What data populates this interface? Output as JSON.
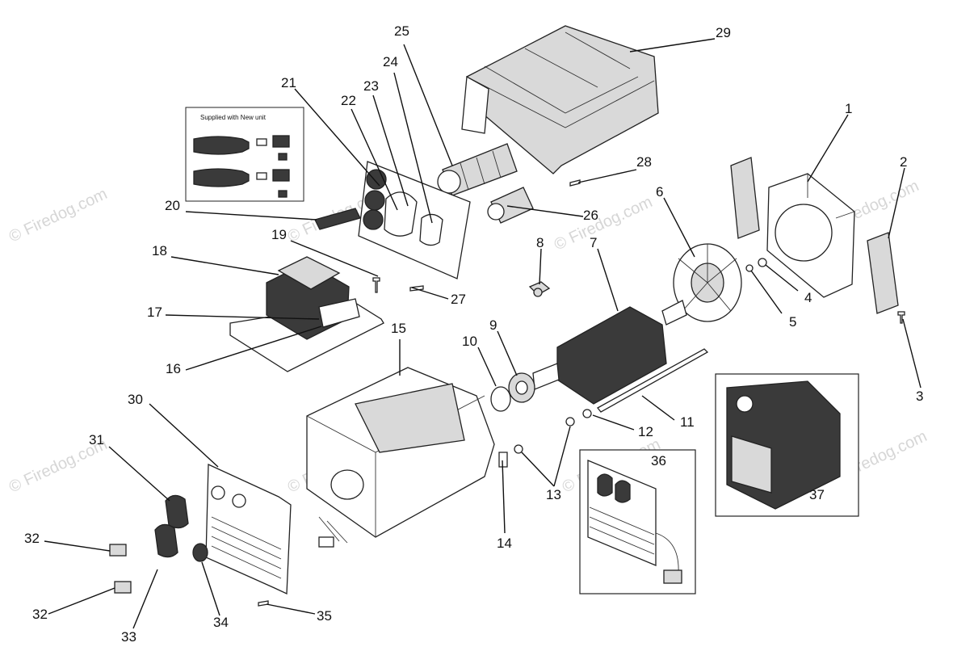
{
  "supplied_box": {
    "title": "Supplied with New unit"
  },
  "watermark": {
    "text": "© Firedog.com"
  },
  "callouts": [
    "1",
    "2",
    "3",
    "4",
    "5",
    "6",
    "7",
    "8",
    "9",
    "10",
    "11",
    "12",
    "13",
    "14",
    "15",
    "16",
    "17",
    "18",
    "19",
    "20",
    "21",
    "22",
    "23",
    "24",
    "25",
    "26",
    "27",
    "28",
    "29",
    "30",
    "31",
    "32",
    "32",
    "33",
    "34",
    "35",
    "36",
    "37"
  ]
}
